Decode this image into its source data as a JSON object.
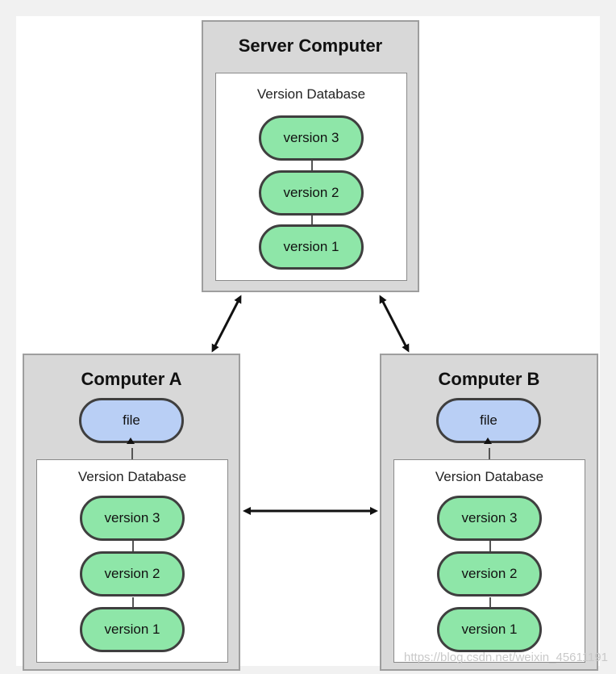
{
  "server": {
    "title": "Server Computer",
    "db_label": "Version Database",
    "versions": [
      "version 3",
      "version 2",
      "version 1"
    ]
  },
  "computer_a": {
    "title": "Computer A",
    "file_label": "file",
    "db_label": "Version Database",
    "versions": [
      "version 3",
      "version 2",
      "version 1"
    ]
  },
  "computer_b": {
    "title": "Computer B",
    "file_label": "file",
    "db_label": "Version Database",
    "versions": [
      "version 3",
      "version 2",
      "version 1"
    ]
  },
  "watermark": "https://blog.csdn.net/weixin_45611191",
  "colors": {
    "version_fill": "#8ee6a8",
    "file_fill": "#b9cff5",
    "box_fill": "#d8d8d8"
  }
}
